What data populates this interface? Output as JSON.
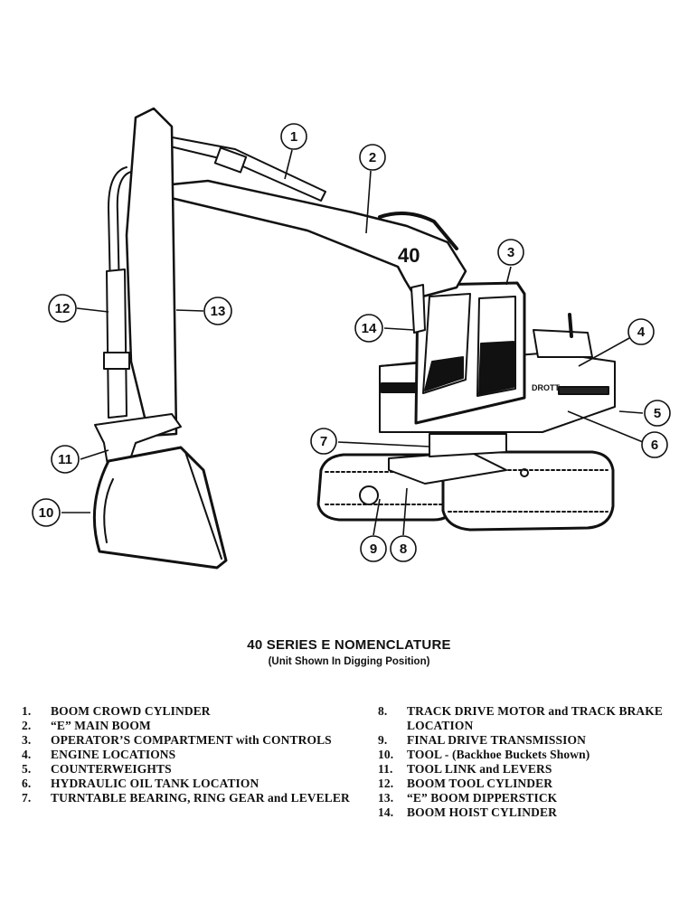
{
  "diagram": {
    "machine_label": "40",
    "brand_label": "DROTT",
    "callouts": [
      "1",
      "2",
      "3",
      "4",
      "5",
      "6",
      "7",
      "8",
      "9",
      "10",
      "11",
      "12",
      "13",
      "14"
    ]
  },
  "title": "40 SERIES E NOMENCLATURE",
  "subtitle": "(Unit Shown In Digging Position)",
  "legend_left": [
    {
      "num": "1.",
      "text": "BOOM CROWD CYLINDER"
    },
    {
      "num": "2.",
      "text": "“E” MAIN BOOM"
    },
    {
      "num": "3.",
      "text": "OPERATOR’S COMPARTMENT with CONTROLS"
    },
    {
      "num": "4.",
      "text": "ENGINE LOCATIONS"
    },
    {
      "num": "5.",
      "text": "COUNTERWEIGHTS"
    },
    {
      "num": "6.",
      "text": "HYDRAULIC OIL TANK LOCATION"
    },
    {
      "num": "7.",
      "text": "TURNTABLE BEARING, RING GEAR and LEVELER"
    }
  ],
  "legend_right": [
    {
      "num": "8.",
      "text": "TRACK DRIVE MOTOR and TRACK BRAKE LOCATION"
    },
    {
      "num": "9.",
      "text": "FINAL DRIVE TRANSMISSION"
    },
    {
      "num": "10.",
      "text": "TOOL - (Backhoe Buckets Shown)"
    },
    {
      "num": "11.",
      "text": "TOOL LINK and LEVERS"
    },
    {
      "num": "12.",
      "text": "BOOM TOOL CYLINDER"
    },
    {
      "num": "13.",
      "text": "“E” BOOM DIPPERSTICK"
    },
    {
      "num": "14.",
      "text": "BOOM HOIST CYLINDER"
    }
  ]
}
